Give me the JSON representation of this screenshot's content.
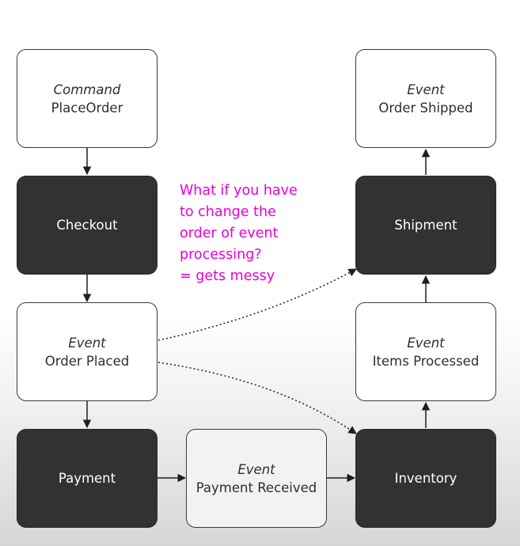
{
  "nodes": {
    "place_order": {
      "kind": "Command",
      "label": "PlaceOrder"
    },
    "checkout": {
      "label": "Checkout"
    },
    "order_placed": {
      "kind": "Event",
      "label": "Order Placed"
    },
    "payment": {
      "label": "Payment"
    },
    "payment_received": {
      "kind": "Event",
      "label": "Payment Received"
    },
    "inventory": {
      "label": "Inventory"
    },
    "items_processed": {
      "kind": "Event",
      "label": "Items Processed"
    },
    "shipment": {
      "label": "Shipment"
    },
    "order_shipped": {
      "kind": "Event",
      "label": "Order Shipped"
    }
  },
  "annotation": {
    "text": "What if you have\nto change the\norder of event\nprocessing?\n= gets messy",
    "color": "#e600d9"
  },
  "edges": [
    {
      "from": "place_order",
      "to": "checkout",
      "style": "solid"
    },
    {
      "from": "checkout",
      "to": "order_placed",
      "style": "solid"
    },
    {
      "from": "order_placed",
      "to": "payment",
      "style": "solid"
    },
    {
      "from": "payment",
      "to": "payment_received",
      "style": "solid"
    },
    {
      "from": "payment_received",
      "to": "inventory",
      "style": "solid"
    },
    {
      "from": "inventory",
      "to": "items_processed",
      "style": "solid"
    },
    {
      "from": "items_processed",
      "to": "shipment",
      "style": "solid"
    },
    {
      "from": "shipment",
      "to": "order_shipped",
      "style": "solid"
    },
    {
      "from": "order_placed",
      "to": "shipment",
      "style": "dotted"
    },
    {
      "from": "order_placed",
      "to": "inventory",
      "style": "dotted"
    }
  ],
  "colors": {
    "dark_node": "#323232",
    "light_node": "#ffffff",
    "border": "#3a3a3a"
  }
}
